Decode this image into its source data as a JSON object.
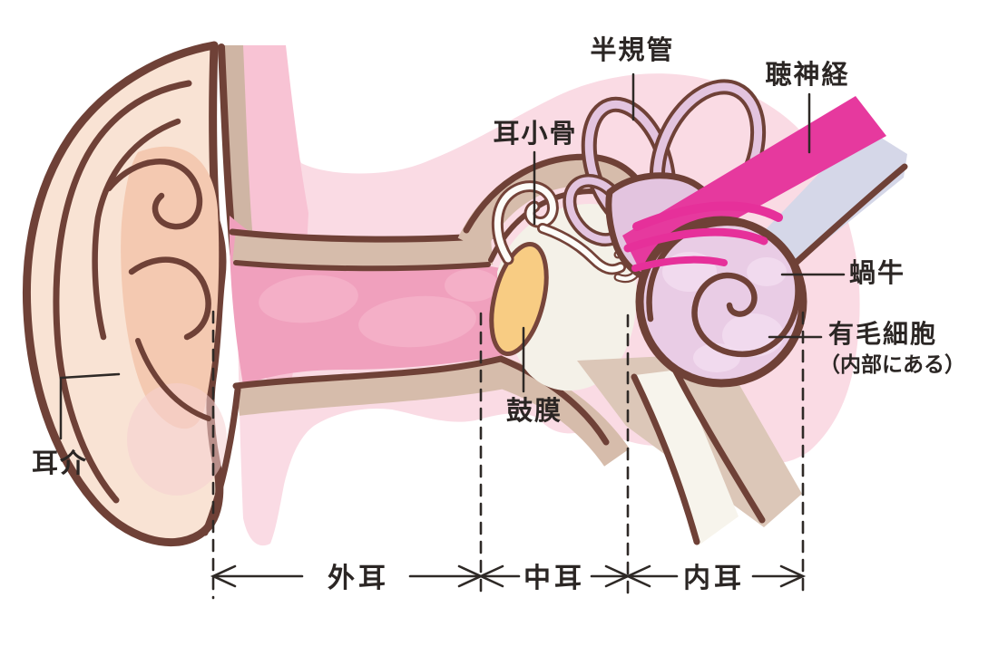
{
  "diagram": {
    "labels": {
      "semicircular_canal": "半規管",
      "auditory_nerve": "聴神経",
      "ossicles": "耳小骨",
      "eardrum": "鼓膜",
      "auricle": "耳介",
      "cochlea": "蝸牛",
      "hair_cells": "有毛細胞",
      "hair_cells_note": "（内部にある）",
      "region_outer": "外耳",
      "region_middle": "中耳",
      "region_inner": "内耳"
    },
    "colors": {
      "outline_brown": "#6F4137",
      "head_pink": "#FADBE4",
      "canal_pink": "#F0A0BD",
      "behind_ear_pink": "#F8C3D4",
      "bone_tan": "#D6BCAB",
      "skin": "#F9E3D4",
      "skin_shade": "#F4C9B1",
      "eardrum_yellow": "#F8CC83",
      "labyrinth_purple": "#E3C4DF",
      "cochlea_purple": "#E9CCE5",
      "nerve_magenta": "#E6399E",
      "nerve_sheath_gray": "#D5D7E8",
      "cavity_cream": "#F4F1E8",
      "annotation_line": "#2E2926",
      "text": "#2B2624"
    }
  }
}
